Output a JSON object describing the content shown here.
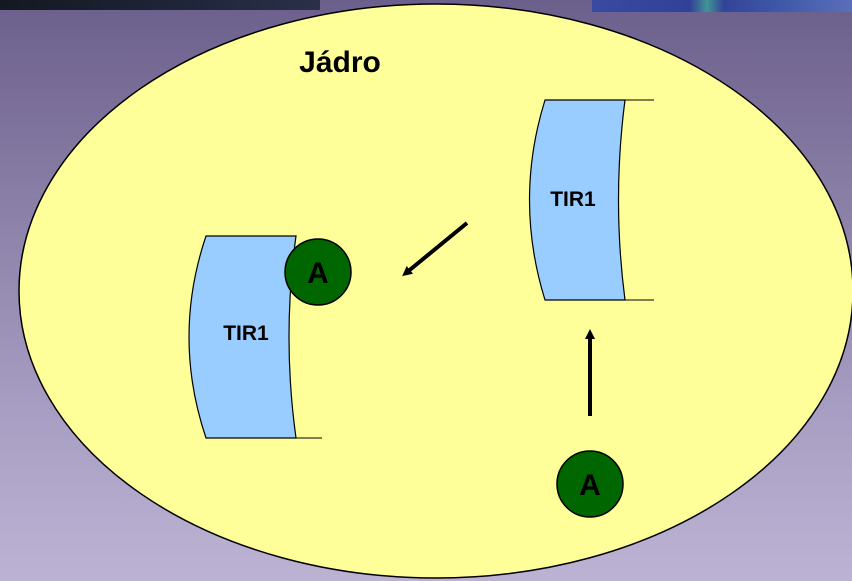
{
  "nucleus": {
    "label": "Jádro",
    "fill": "#ffff99"
  },
  "receptors": [
    {
      "label": "TIR1",
      "fill": "#99ccff"
    },
    {
      "label": "TIR1",
      "fill": "#99ccff"
    }
  ],
  "auxin": [
    {
      "label": "A",
      "fill": "#006600"
    },
    {
      "label": "A",
      "fill": "#006600"
    }
  ],
  "arrows": [
    {
      "from": "auxin-free",
      "to": "receptor-free"
    },
    {
      "from": "receptor-free",
      "to": "receptor-bound"
    }
  ]
}
